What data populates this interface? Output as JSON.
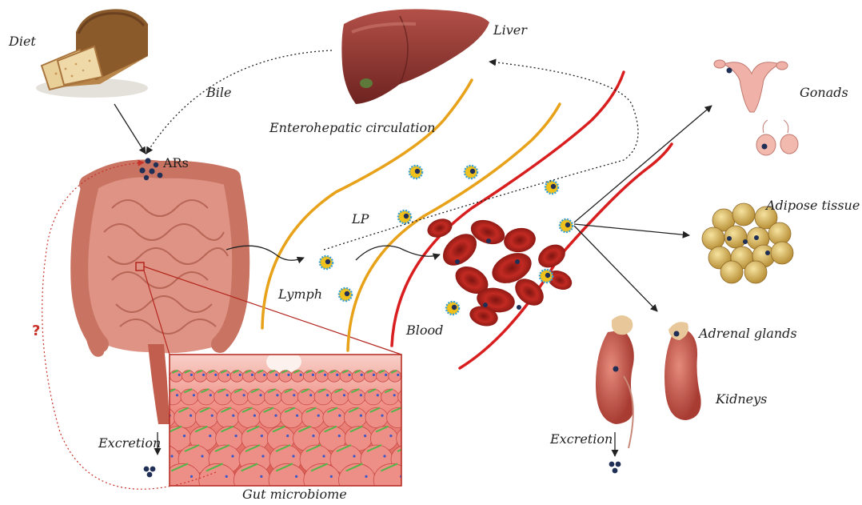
{
  "labels": {
    "diet": "Diet",
    "bile": "Bile",
    "liver": "Liver",
    "enterohepatic": "Enterohepatic circulation",
    "ars": "ARs",
    "lp": "LP",
    "lymph": "Lymph",
    "blood": "Blood",
    "gonads": "Gonads",
    "adipose": "Adipose tissue",
    "adrenal": "Adrenal glands",
    "kidneys": "Kidneys",
    "excretion_left": "Excretion",
    "excretion_right": "Excretion",
    "gut_microbiome": "Gut microbiome",
    "unknown_mark": "?"
  },
  "colors": {
    "lymph_vessel": "#e8a21a",
    "blood_vessel": "#d81e1e",
    "rbc": "#b8231e",
    "ar_dot": "#1f2f55",
    "lp_ring": "#3aa2d8",
    "lp_core": "#f2c21a",
    "intestine": "#d98a7c",
    "liver": "#8a2e2a",
    "fat": "#c9a552",
    "kidney": "#c0584c",
    "question": "#c8322a"
  },
  "icons": [
    "bread-loaf-illustration",
    "liver-illustration",
    "intestine-illustration",
    "microbiome-closeup",
    "red-blood-cells",
    "uterus-ovaries-illustration",
    "testes-illustration",
    "adipose-tissue-illustration",
    "kidney-adrenal-illustration"
  ]
}
